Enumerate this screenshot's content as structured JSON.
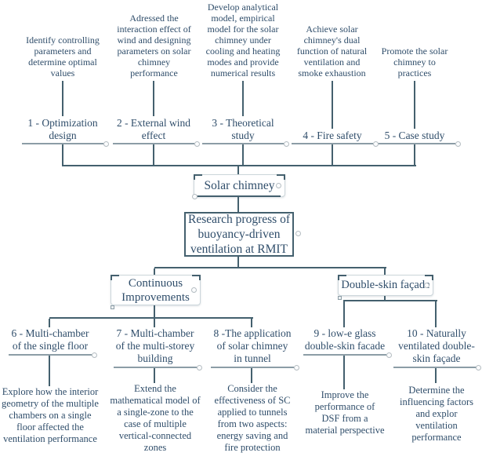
{
  "colors": {
    "text": "#2f4d6a",
    "conn": "#44606e",
    "under": "#8c9da6",
    "light_border": "#ccd6db",
    "handle": "#b4bcc1"
  },
  "root": {
    "label": "Research progress of\nbuoyancy-driven\nventilation at RMIT"
  },
  "trunk": {
    "label": "Solar chimney"
  },
  "top_branches": [
    {
      "description": "Identify controlling\nparameters and\ndetermine optimal\nvalues",
      "label": "1 - Optimization\ndesign"
    },
    {
      "description": "Adressed the\ninteraction effect of\nwind and designing\nparameters on solar\nchimney\nperformance",
      "label": "2 - External wind\neffect"
    },
    {
      "description": "Develop analytical\nmodel, empirical\nmodel for the solar\nchimney under\ncooling and heating\nmodes and provide\nnumerical results",
      "label": "3 - Theoretical\nstudy"
    },
    {
      "description": "Achieve solar\nchimney's dual\nfunction of natural\nventilation and\nsmoke exhaustion",
      "label": "4 - Fire safety"
    },
    {
      "description": "Promote the solar\nchimney to\npractices",
      "label": "5 - Case study"
    }
  ],
  "groups": [
    {
      "label": "Continuous\nImprovements",
      "children": [
        {
          "label": "6 - Multi-chamber\nof the single floor",
          "description": "Explore how the interior\ngeometry of the multiple\nchambers on a single\nfloor affected the\nventilation performance"
        },
        {
          "label": "7 - Multi-chamber\nof the multi-storey\nbuilding",
          "description": "Extend the\nmathematical model of\na single-zone to the\ncase of multiple\nvertical-connected\nzones"
        },
        {
          "label": "8 -The application\nof solar chimney\nin tunnel",
          "description": "Consider the\neffectiveness of SC\napplied to tunnels\nfrom two aspects:\nenergy saving and\nfire protection"
        }
      ]
    },
    {
      "label": "Double-skin façade",
      "children": [
        {
          "label": "9 - low-e glass\ndouble-skin facade",
          "description": "Improve the\nperformance of\nDSF from a\nmaterial perspective"
        },
        {
          "label": "10 - Naturally\nventilated double-\nskin façade",
          "description": "Determine the\ninfluencing factors\nand explor\nventilation\nperformance"
        }
      ]
    }
  ]
}
